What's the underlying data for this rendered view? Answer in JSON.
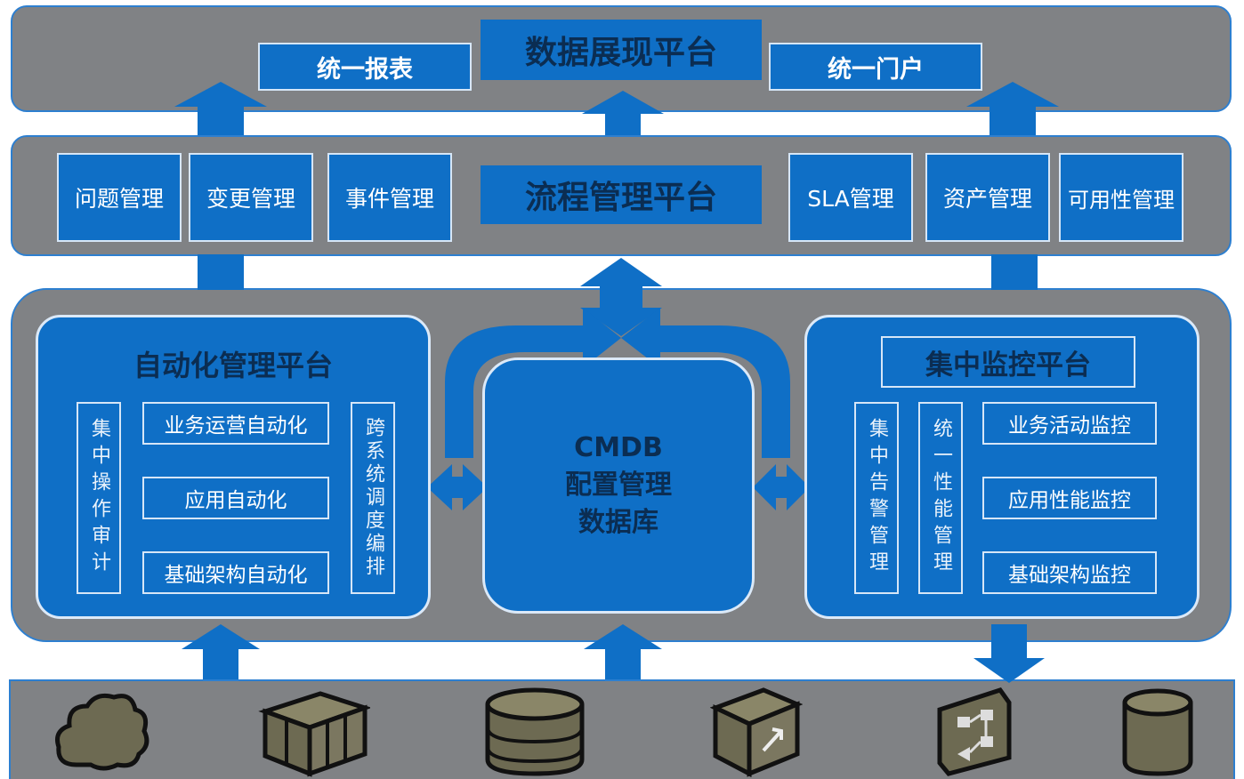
{
  "display_platform": {
    "title": "数据展现平台",
    "left": "统一报表",
    "right": "统一门户"
  },
  "process_platform": {
    "title": "流程管理平台",
    "items": [
      "问题管理",
      "变更管理",
      "事件管理",
      "SLA管理",
      "资产管理",
      "可用性管理"
    ]
  },
  "automation_platform": {
    "title": "自动化管理平台",
    "left_vertical": "集中操作审计",
    "right_vertical": "跨系统调度编排",
    "items": [
      "业务运营自动化",
      "应用自动化",
      "基础架构自动化"
    ]
  },
  "cmdb": {
    "line1": "CMDB",
    "line2": "配置管理",
    "line3": "数据库"
  },
  "monitoring_platform": {
    "title": "集中监控平台",
    "vertical1": "集中告警管理",
    "vertical2": "统一性能管理",
    "items": [
      "业务活动监控",
      "应用性能监控",
      "基础架构监控"
    ]
  },
  "resources": {
    "icons": [
      "cloud-icon",
      "server-rack-icon",
      "database-icon",
      "box-icon",
      "workflow-icon",
      "storage-icon"
    ]
  },
  "colors": {
    "band": "#808285",
    "blue": "#0f6fc6",
    "dark_text": "#0b2d52"
  }
}
